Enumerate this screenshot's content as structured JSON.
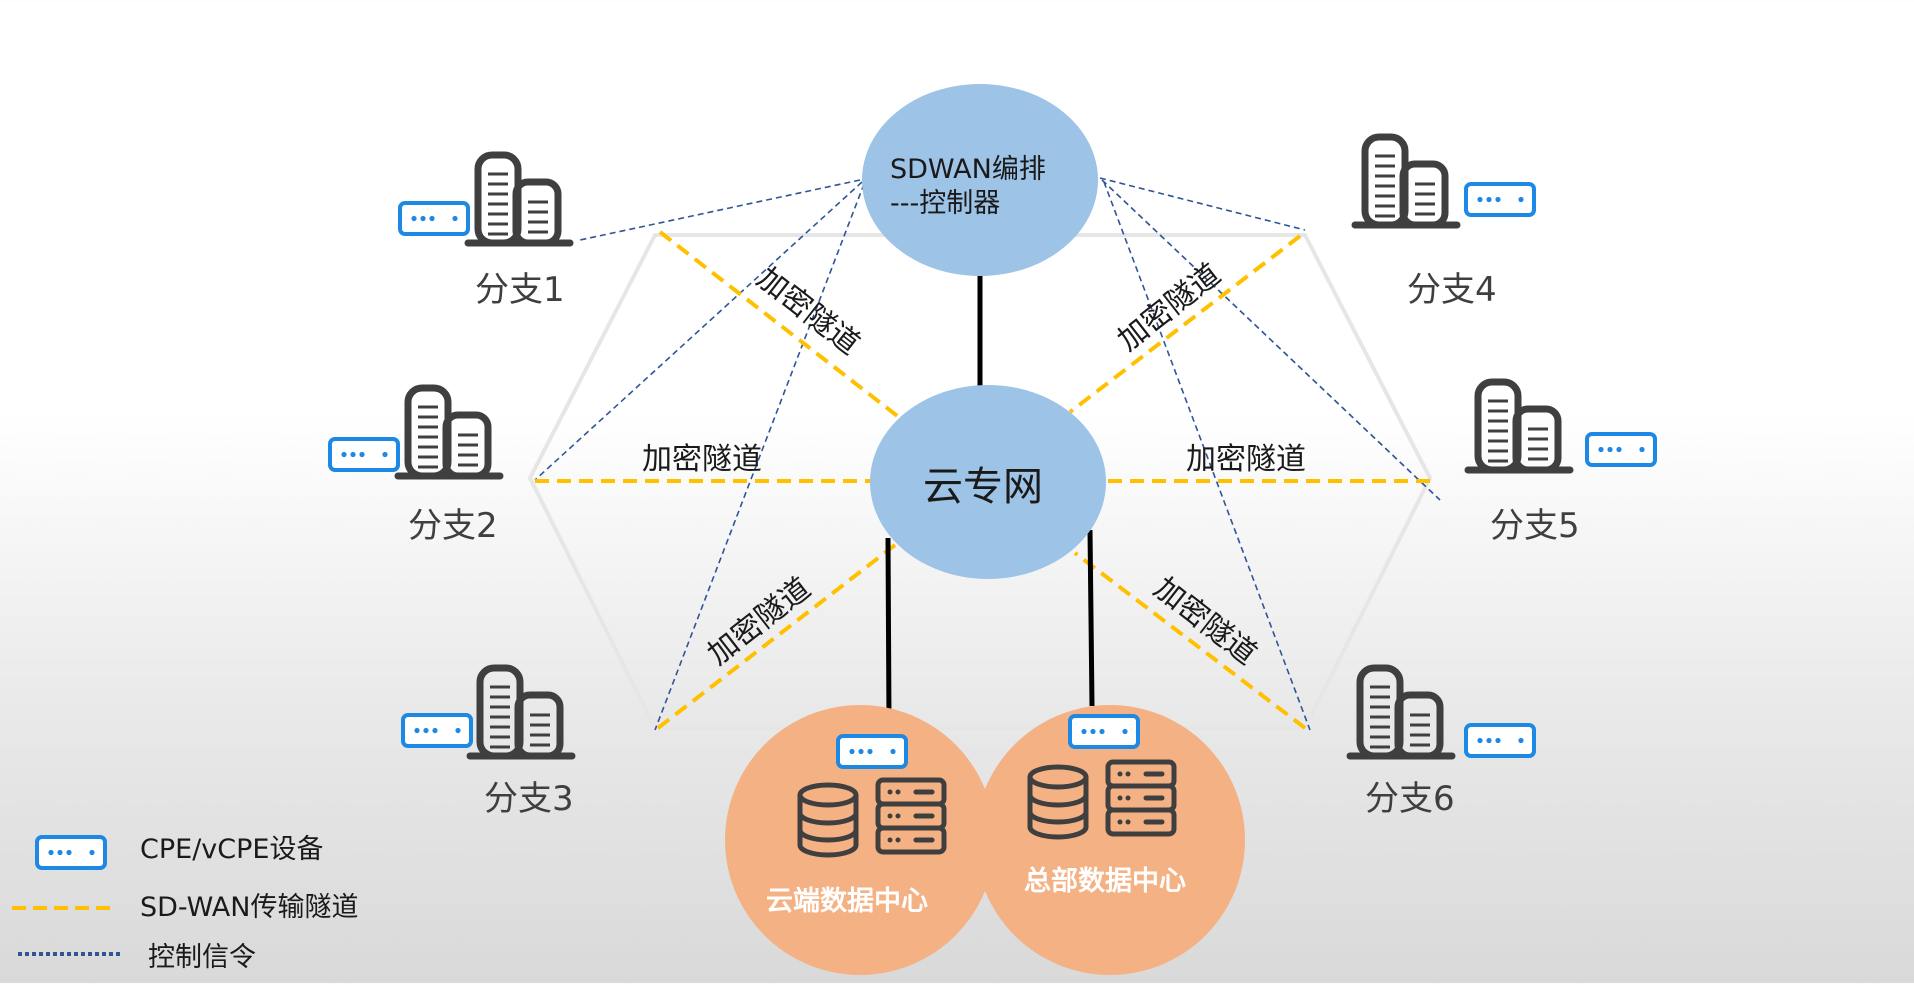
{
  "nodes": {
    "controller": {
      "line1": "SDWAN编排",
      "line2": "---控制器"
    },
    "cloud_network": "云专网",
    "cloud_dc": "云端数据中心",
    "hq_dc": "总部数据中心"
  },
  "branches": [
    "分支1",
    "分支2",
    "分支3",
    "分支4",
    "分支5",
    "分支6"
  ],
  "tunnel_label": "加密隧道",
  "legend": {
    "cpe": "CPE/vCPE设备",
    "tunnel": "SD-WAN传输隧道",
    "control": "控制信令"
  },
  "colors": {
    "controller_fill": "#9dc3e6",
    "cloud_fill": "#9dc3e6",
    "dc_fill": "#f4b183",
    "tunnel": "#ffc000",
    "control": "#2f5597",
    "cpe": "#1e88e5",
    "building": "#3f3f3f"
  }
}
